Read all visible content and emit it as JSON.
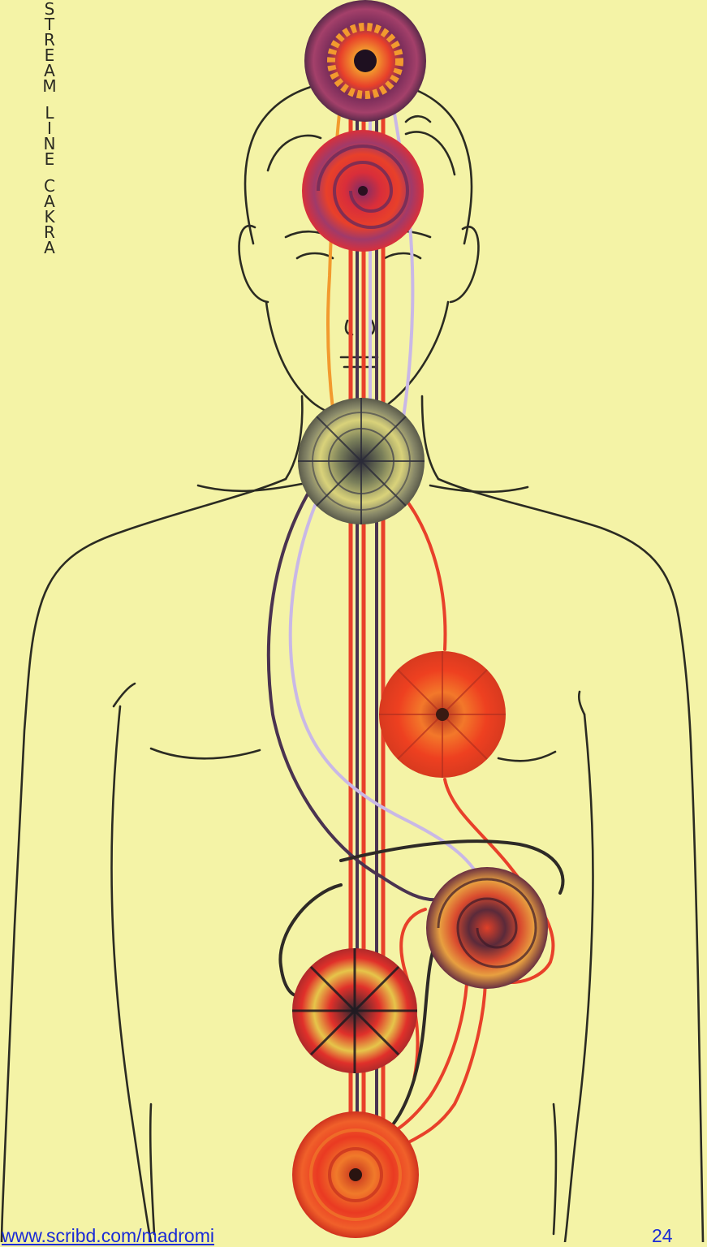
{
  "title_words": [
    "STREAM",
    "LINE",
    "CAKRA"
  ],
  "footer": {
    "link_text": "www.scribd.com/madromi",
    "page_number": "24"
  },
  "colors": {
    "background": "#f4f3a6",
    "outline": "#2b2b22",
    "red": "#e8402a",
    "orange": "#f29a2e",
    "lavender": "#c9b8e6",
    "darkpurple": "#4a3350",
    "link": "#1a2bd6"
  },
  "chakras": [
    {
      "name": "crown-chakra",
      "colors": [
        "#7a2d5a",
        "#e8402a",
        "#f29a2e"
      ]
    },
    {
      "name": "brow-chakra",
      "colors": [
        "#d92e3a",
        "#7a2d6a",
        "#f07a2e"
      ]
    },
    {
      "name": "throat-chakra",
      "colors": [
        "#6a6f4a",
        "#3a3a48",
        "#d9d27a"
      ]
    },
    {
      "name": "heart-chakra",
      "colors": [
        "#ee4020",
        "#f3782a",
        "#b4301f"
      ]
    },
    {
      "name": "solar-plexus-chakra",
      "colors": [
        "#5a2a3a",
        "#d94a2e",
        "#e8a040"
      ]
    },
    {
      "name": "sacral-chakra",
      "colors": [
        "#e0302a",
        "#2a2630",
        "#e6c54a"
      ]
    },
    {
      "name": "root-chakra",
      "colors": [
        "#ea3a22",
        "#f07a2a",
        "#c42e1e"
      ]
    }
  ]
}
